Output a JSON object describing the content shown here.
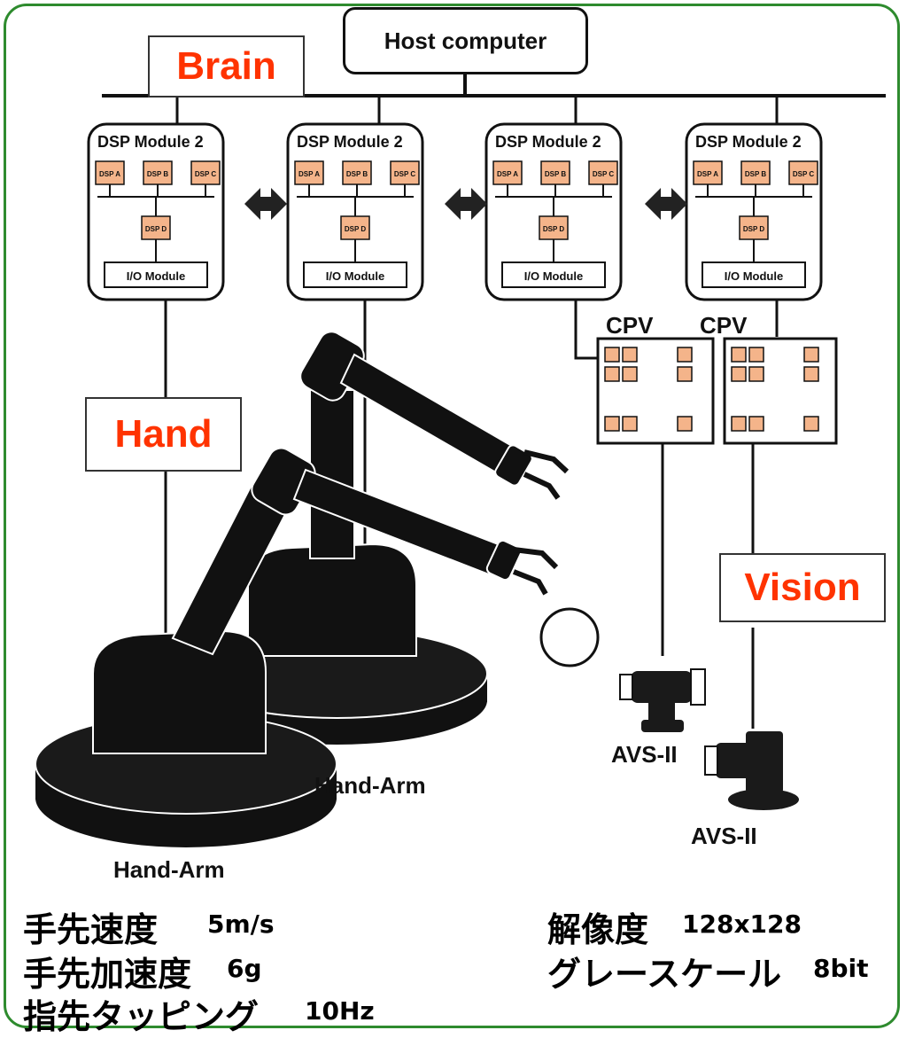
{
  "labels": {
    "brain": "Brain",
    "hand": "Hand",
    "vision": "Vision",
    "host_computer": "Host computer"
  },
  "dsp_modules": [
    {
      "title": "DSP Module 2",
      "dsp_a": "DSP A",
      "dsp_b": "DSP B",
      "dsp_c": "DSP C",
      "dsp_d": "DSP D",
      "io": "I/O Module"
    },
    {
      "title": "DSP Module 2",
      "dsp_a": "DSP A",
      "dsp_b": "DSP B",
      "dsp_c": "DSP C",
      "dsp_d": "DSP D",
      "io": "I/O Module"
    },
    {
      "title": "DSP Module 2",
      "dsp_a": "DSP A",
      "dsp_b": "DSP B",
      "dsp_c": "DSP C",
      "dsp_d": "DSP D",
      "io": "I/O Module"
    },
    {
      "title": "DSP Module 2",
      "dsp_a": "DSP A",
      "dsp_b": "DSP B",
      "dsp_c": "DSP C",
      "dsp_d": "DSP D",
      "io": "I/O Module"
    }
  ],
  "cpv": [
    "CPV",
    "CPV"
  ],
  "cameras": [
    "AVS-II",
    "AVS-II"
  ],
  "arms": [
    "Hand-Arm",
    "Hand-Arm"
  ],
  "specs_left": [
    {
      "label": "手先速度",
      "value": "5m/s"
    },
    {
      "label": "手先加速度",
      "value": "6g"
    },
    {
      "label": "指先タッピング",
      "value": "10Hz"
    }
  ],
  "specs_right": [
    {
      "label": "解像度",
      "value": "128x128"
    },
    {
      "label": "グレースケール",
      "value": "8bit"
    }
  ],
  "colors": {
    "frame": "#2e8b2e",
    "tag_text": "#ff3300",
    "dsp_chip": "#f4b48a"
  }
}
